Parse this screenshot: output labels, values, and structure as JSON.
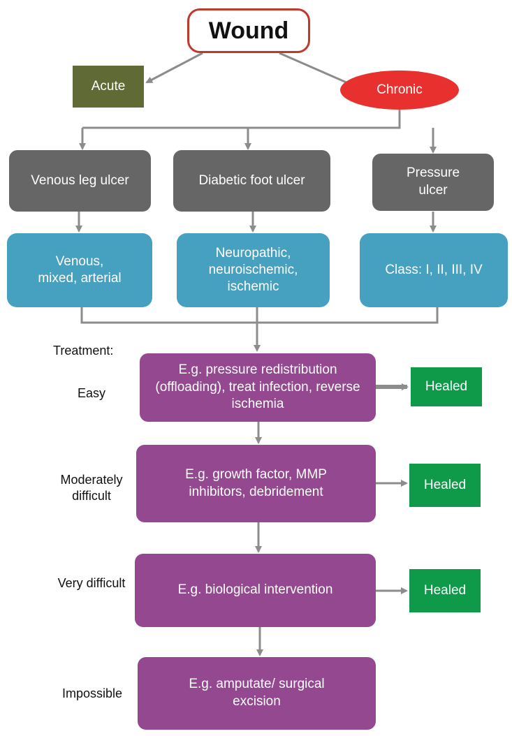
{
  "root": {
    "label": "Wound"
  },
  "categories": {
    "acute": "Acute",
    "chronic": "Chronic"
  },
  "ulcer_types": {
    "venous": "Venous leg ulcer",
    "diabetic": "Diabetic foot ulcer",
    "pressure": "Pressure ulcer"
  },
  "subtypes": {
    "venous": "Venous, mixed, arterial",
    "diabetic": "Neuropathic, neuroischemic, ischemic",
    "pressure": "Class: I, II, III, IV"
  },
  "treatment_label": "Treatment:",
  "levels": {
    "easy": {
      "difficulty": "Easy",
      "treatment": "E.g. pressure redistribution (offloading), treat infection, reverse ischemia",
      "outcome": "Healed"
    },
    "moderate": {
      "difficulty": "Moderately difficult",
      "treatment": "E.g. growth factor, MMP inhibitors, debridement",
      "outcome": "Healed"
    },
    "very": {
      "difficulty": "Very difficult",
      "treatment": "E.g. biological intervention",
      "outcome": "Healed"
    },
    "impossible": {
      "difficulty": "Impossible",
      "treatment": "E.g. amputate/ surgical excision"
    }
  },
  "colors": {
    "connector": "#8c8c8c",
    "root_border": "#c0392b",
    "acute": "#5f6a35",
    "chronic": "#e8312e",
    "ulcer_type": "#666666",
    "subtype": "#46a0bf",
    "treatment": "#93488f",
    "healed": "#0f9a4a"
  }
}
